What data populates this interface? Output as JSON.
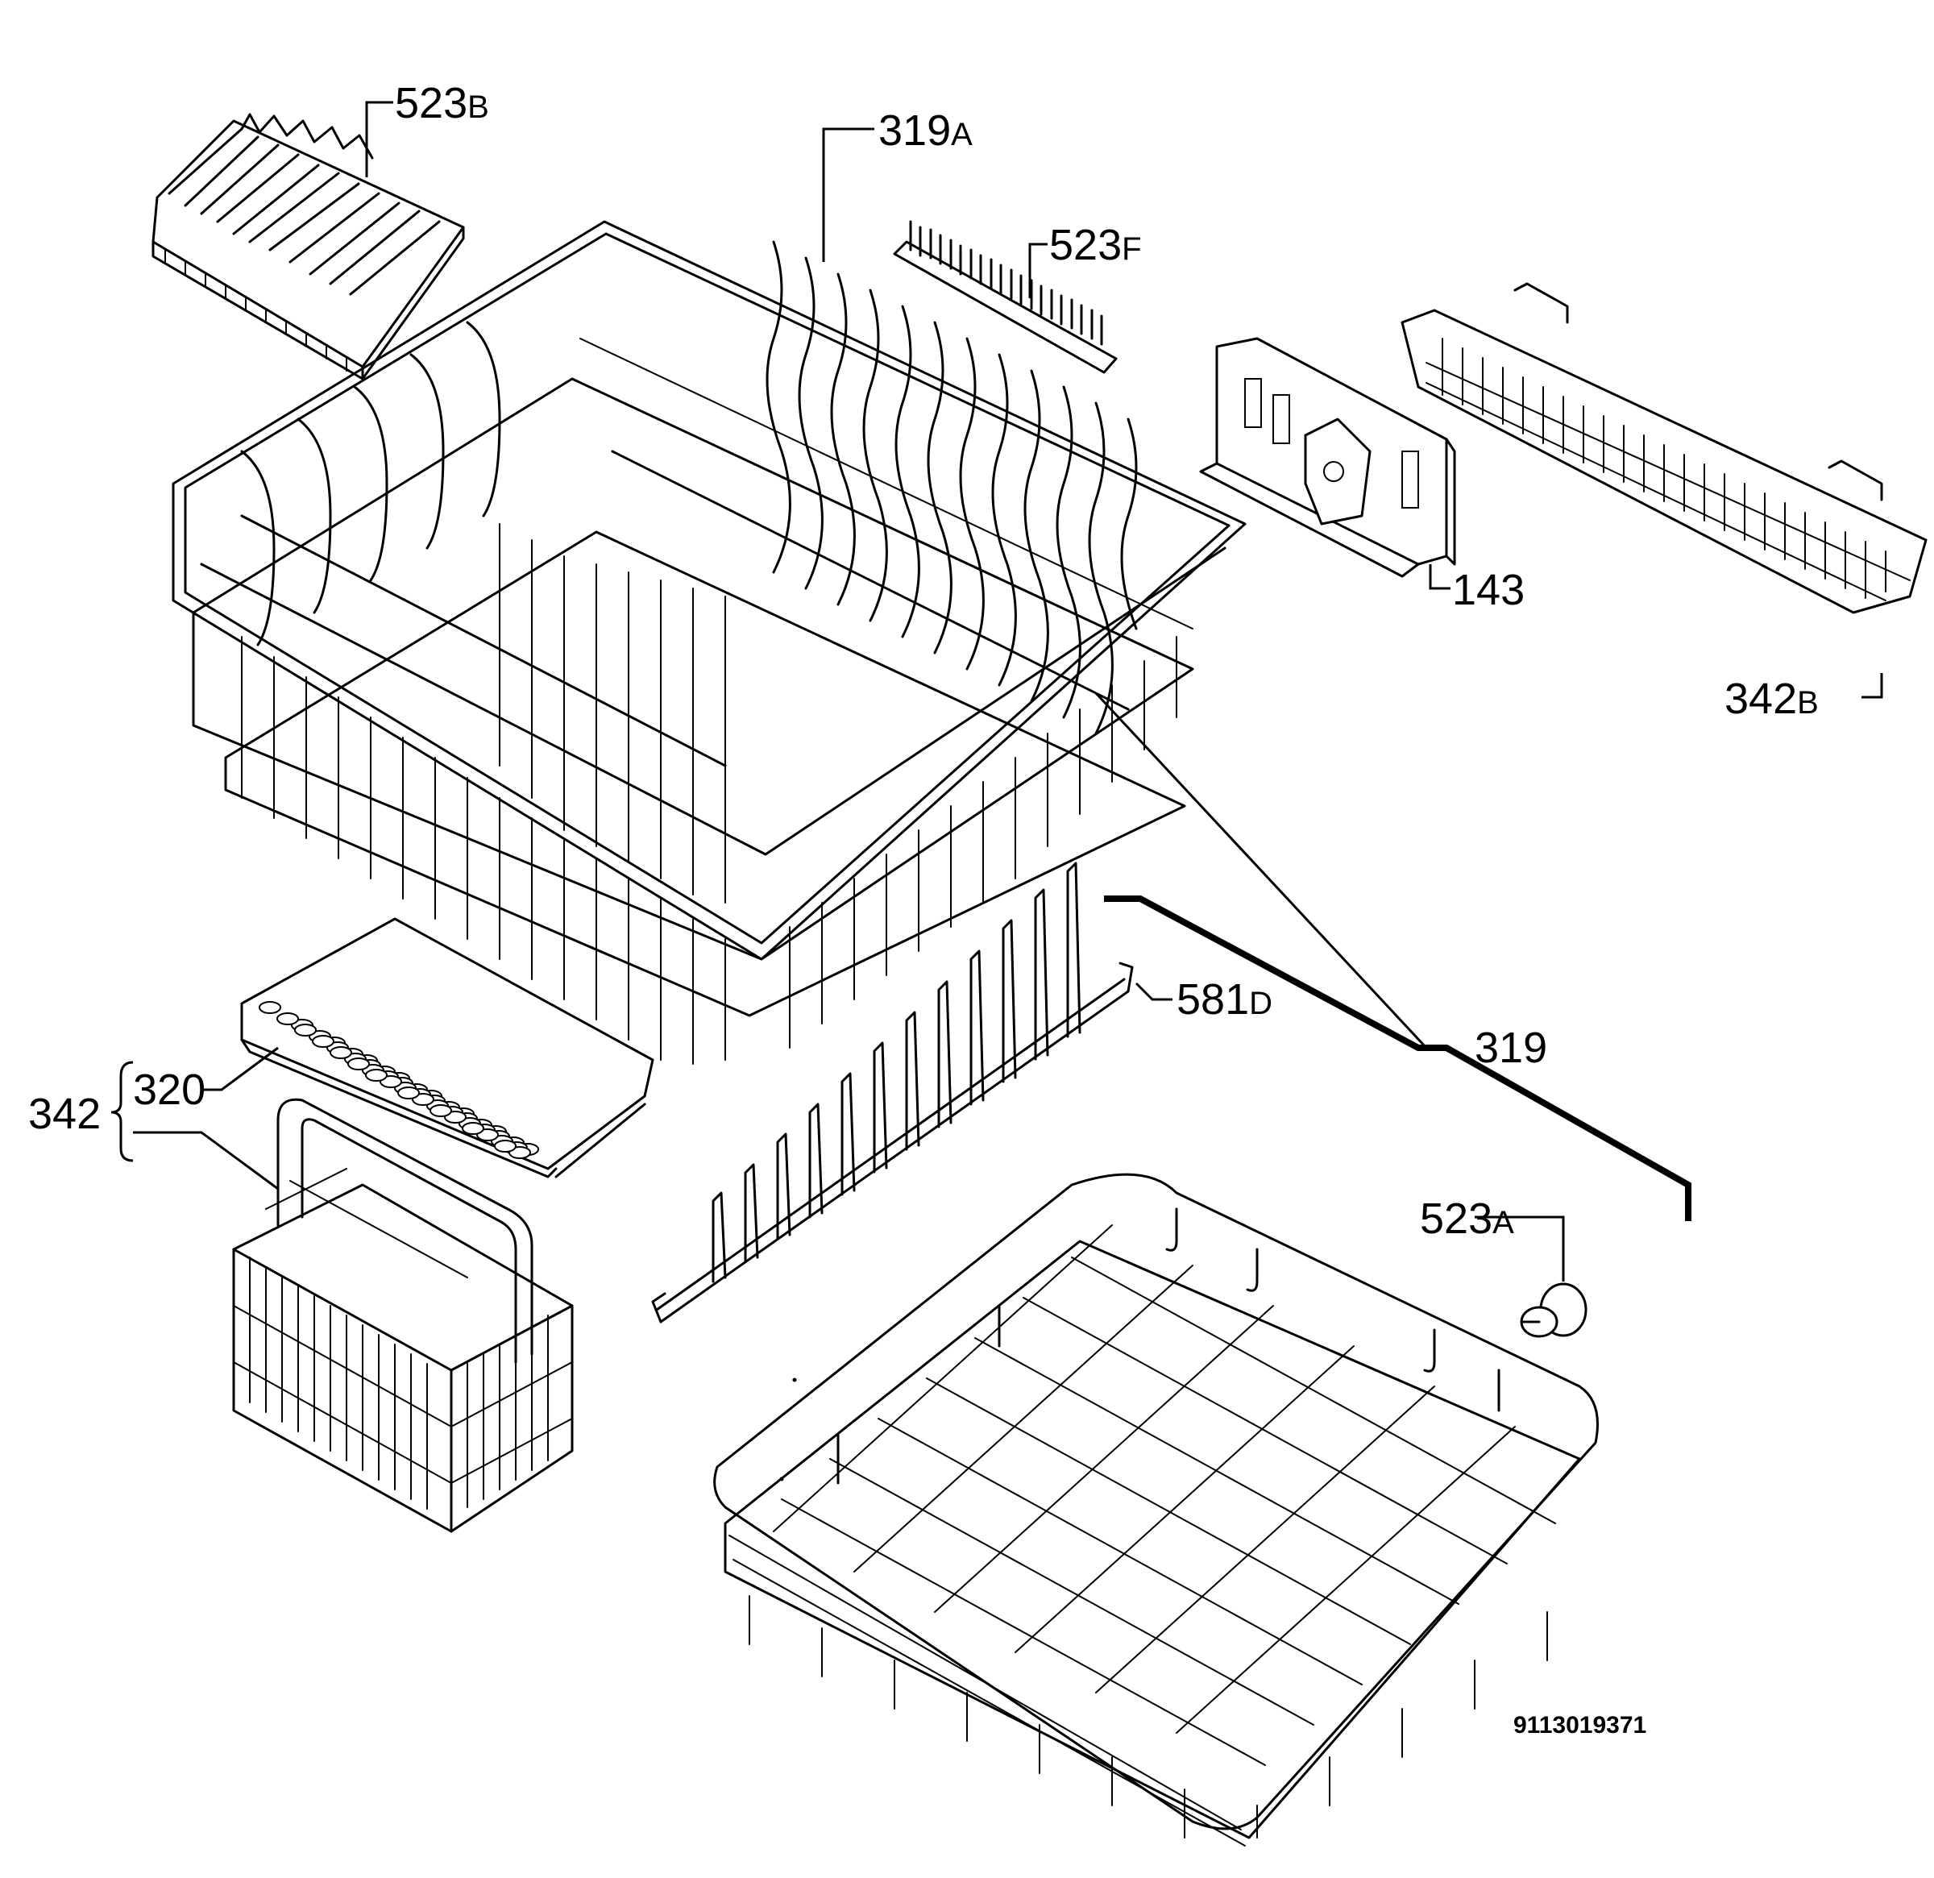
{
  "diagram": {
    "drawing_code": "9113019371",
    "labels": [
      {
        "id": "523B",
        "num": "523",
        "suffix": "B"
      },
      {
        "id": "319A",
        "num": "319",
        "suffix": "A"
      },
      {
        "id": "523F",
        "num": "523",
        "suffix": "F"
      },
      {
        "id": "143",
        "num": "143",
        "suffix": ""
      },
      {
        "id": "342B",
        "num": "342",
        "suffix": "B"
      },
      {
        "id": "581D",
        "num": "581",
        "suffix": "D"
      },
      {
        "id": "319",
        "num": "319",
        "suffix": ""
      },
      {
        "id": "320",
        "num": "320",
        "suffix": ""
      },
      {
        "id": "342",
        "num": "342",
        "suffix": ""
      },
      {
        "id": "523A",
        "num": "523",
        "suffix": "A"
      }
    ]
  }
}
